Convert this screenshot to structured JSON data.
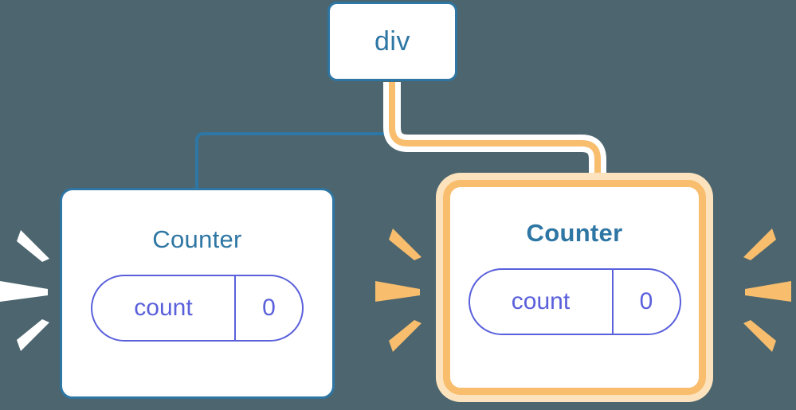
{
  "diagram": {
    "title": "React component tree re-render highlight",
    "background_color": "#4c656e",
    "palette": {
      "blue": "#2e76a3",
      "orange": "#f8bd6d",
      "orange_halo": "#fce3bd",
      "purple": "#5a60db",
      "white": "#ffffff"
    },
    "nodes": {
      "root": {
        "label": "div",
        "border_color": "#2e76a3",
        "highlighted": false
      },
      "counter_left": {
        "label": "Counter",
        "border_color": "#2e76a3",
        "highlighted": false,
        "bold_title": false,
        "state": {
          "key": "count",
          "value": "0"
        }
      },
      "counter_right": {
        "label": "Counter",
        "border_color": "#f8bd6d",
        "highlighted": true,
        "bold_title": true,
        "state": {
          "key": "count",
          "value": "0"
        }
      }
    },
    "edges": [
      {
        "from": "div",
        "to": "Counter (left)",
        "color": "#2e76a3",
        "style": "thin",
        "active": false
      },
      {
        "from": "div",
        "to": "Counter (right)",
        "color": "#f8bd6d",
        "style": "thick-with-white-halo",
        "active": true
      }
    ],
    "decorations": [
      {
        "name": "sparkle-rays-left-of-left-counter",
        "color": "#ffffff",
        "count": 3,
        "direction": "right"
      },
      {
        "name": "sparkle-rays-right-of-left-counter",
        "color": "#f8bd6d",
        "count": 3,
        "direction": "right"
      },
      {
        "name": "sparkle-rays-right-of-right-counter",
        "color": "#f8bd6d",
        "count": 3,
        "direction": "right"
      }
    ]
  }
}
